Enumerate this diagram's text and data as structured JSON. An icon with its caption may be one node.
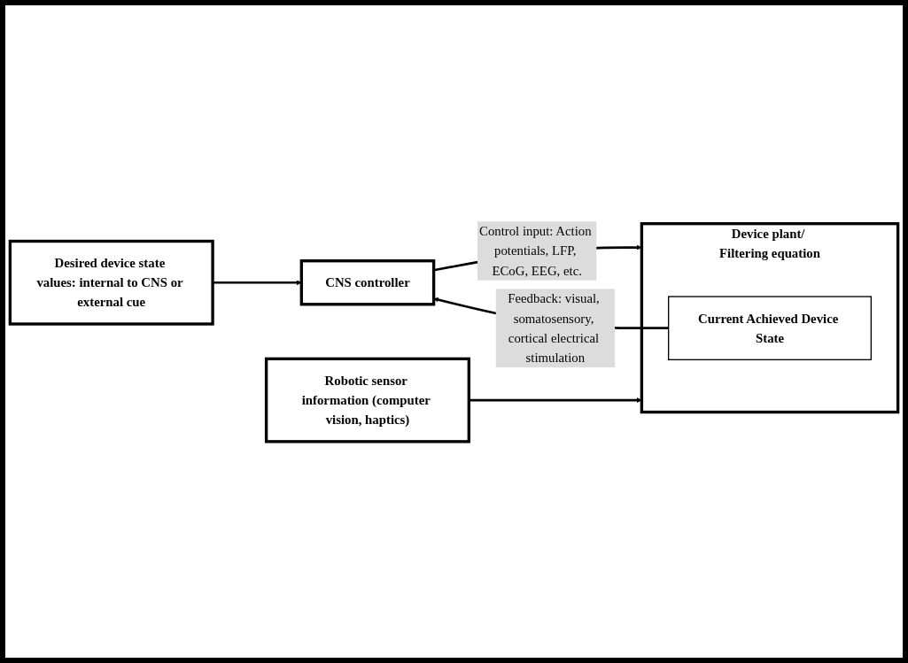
{
  "diagram": {
    "nodes": [
      {
        "text": [
          "CNS controller"
        ]
      },
      {
        "text": [
          "Desired device state values: internal to CNS or external cue"
        ]
      },
      {
        "text": [
          "Robotic sensor information (computer vision, haptics)"
        ]
      },
      {
        "text": [
          "Device plant/ Filtering equation"
        ]
      },
      {
        "text": [
          "Current Achieved Device State"
        ],
        "in": 3
      }
    ],
    "edges": [
      {
        "from": 1,
        "to": 0,
        "arrow": "to"
      },
      {
        "from": 4,
        "to": 0,
        "arrow": "to",
        "label": "Feedback: visual, somatosensory, cortical electrical stimulation"
      },
      {
        "from": 0,
        "to": 3,
        "arrow": "to",
        "label": "Control input: Action potentials, LFP, ECoG, EEG, etc."
      },
      {
        "from": 2,
        "to": 3,
        "arrow": "to"
      }
    ]
  }
}
